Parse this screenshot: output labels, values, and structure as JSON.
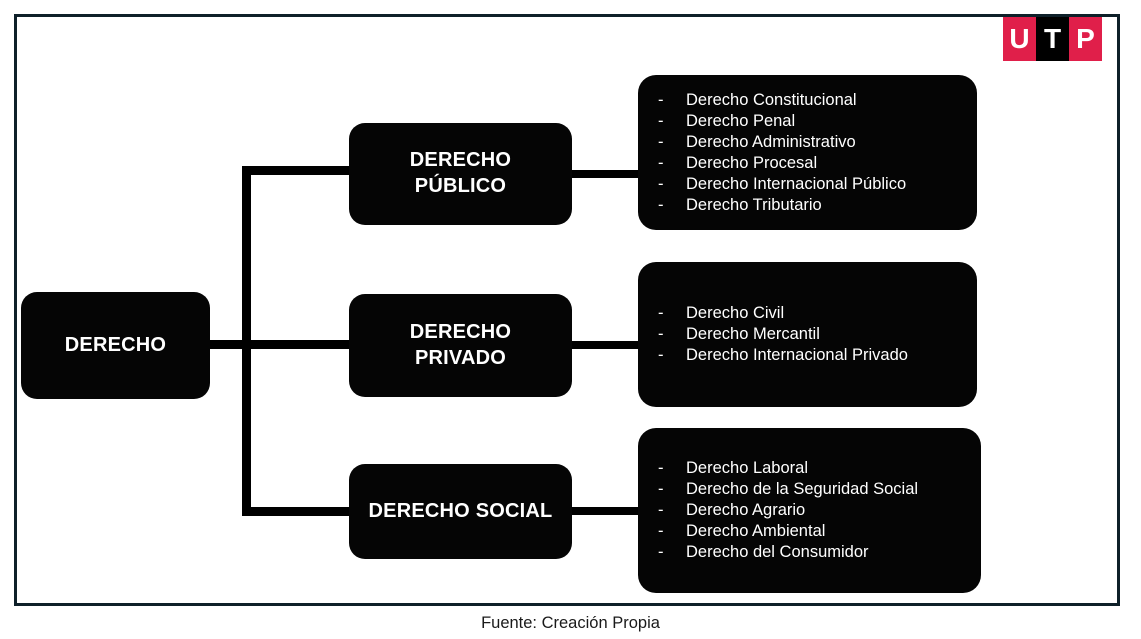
{
  "logo": {
    "name": "utp-logo",
    "cells": [
      {
        "letter": "U",
        "bg": "#e01f4a"
      },
      {
        "letter": "T",
        "bg": "#000000"
      },
      {
        "letter": "P",
        "bg": "#e01f4a"
      }
    ]
  },
  "diagram": {
    "type": "tree",
    "frame_color": "#0e2029",
    "node_color": "#050505",
    "text_color": "#ffffff",
    "connector_color": "#000000",
    "root": {
      "label": "DERECHO"
    },
    "branches": [
      {
        "key": "publico",
        "label": "DERECHO\nPÚBLICO",
        "items": [
          "Derecho Constitucional",
          "Derecho Penal",
          "Derecho Administrativo",
          "Derecho Procesal",
          "Derecho Internacional Público",
          "Derecho Tributario"
        ]
      },
      {
        "key": "privado",
        "label": "DERECHO\nPRIVADO",
        "items": [
          "Derecho Civil",
          "Derecho Mercantil",
          "Derecho Internacional Privado"
        ]
      },
      {
        "key": "social",
        "label": "DERECHO SOCIAL",
        "items": [
          "Derecho Laboral",
          "Derecho de la Seguridad Social",
          "Derecho Agrario",
          "Derecho Ambiental",
          "Derecho del Consumidor"
        ]
      }
    ],
    "bullet": "-"
  },
  "caption": "Fuente: Creación Propia"
}
